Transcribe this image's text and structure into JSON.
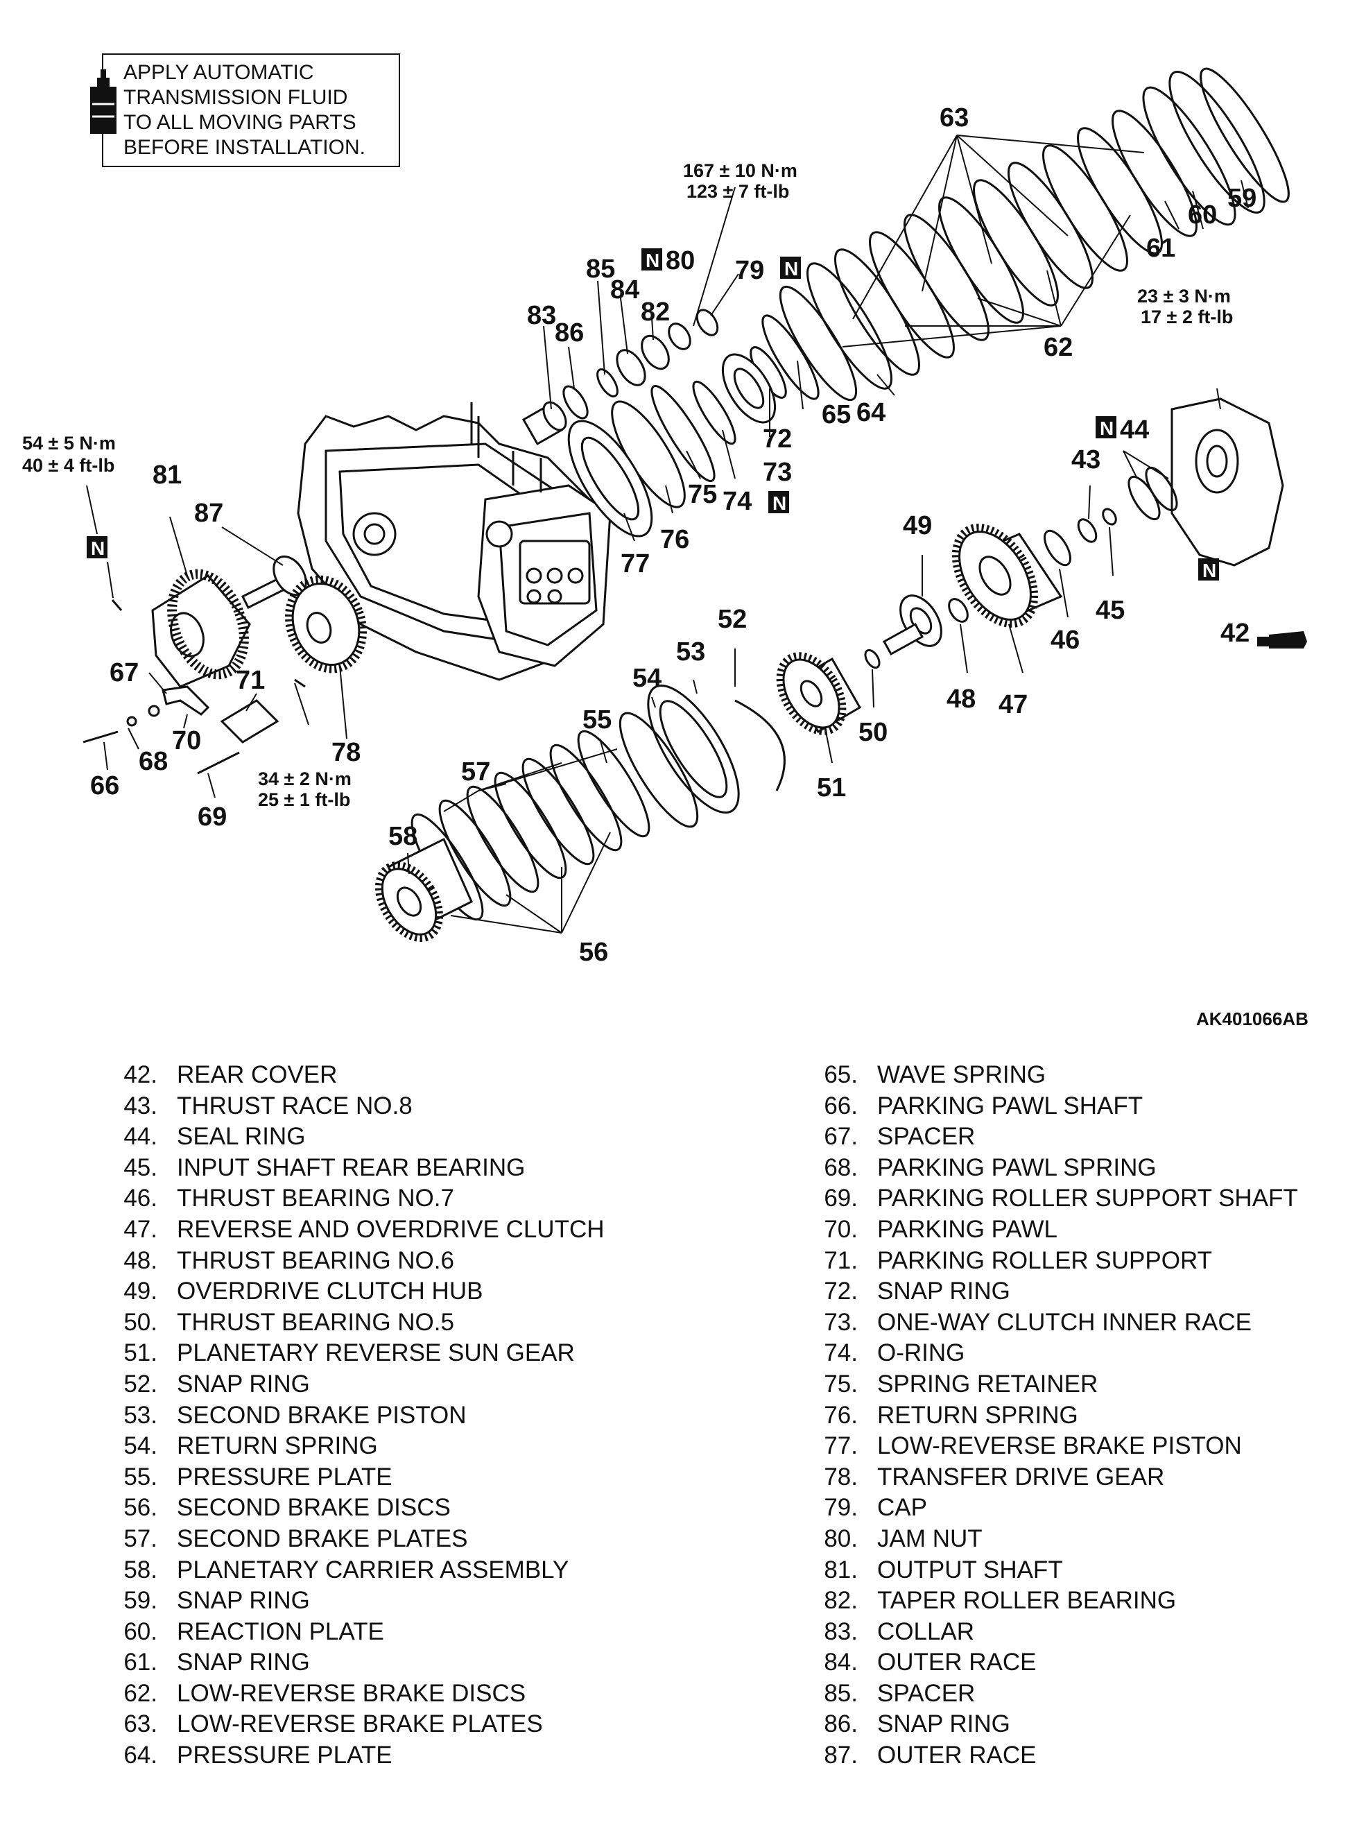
{
  "note": {
    "lines": [
      "APPLY AUTOMATIC",
      "TRANSMISSION FLUID",
      "TO ALL MOVING PARTS",
      "BEFORE INSTALLATION."
    ]
  },
  "drawing_code": "AK401066AB",
  "n_mark": "N",
  "torques": {
    "t1": {
      "nm": "167 ± 10 N·m",
      "ftlb": "123 ± 7 ft-lb"
    },
    "t2": {
      "nm": "23 ± 3 N·m",
      "ftlb": "17 ± 2 ft-lb"
    },
    "t3": {
      "nm": "54 ± 5 N·m",
      "ftlb": "40 ± 4 ft-lb"
    },
    "t4": {
      "nm": "34 ± 2 N·m",
      "ftlb": "25 ± 1 ft-lb"
    }
  },
  "callouts": {
    "c42": "42",
    "c43": "43",
    "c44": "44",
    "c45": "45",
    "c46": "46",
    "c47": "47",
    "c48": "48",
    "c49": "49",
    "c50": "50",
    "c51": "51",
    "c52": "52",
    "c53": "53",
    "c54": "54",
    "c55": "55",
    "c56": "56",
    "c57": "57",
    "c58": "58",
    "c59": "59",
    "c60": "60",
    "c61": "61",
    "c62": "62",
    "c63": "63",
    "c64": "64",
    "c65": "65",
    "c66": "66",
    "c67": "67",
    "c68": "68",
    "c69": "69",
    "c70": "70",
    "c71": "71",
    "c72": "72",
    "c73": "73",
    "c74": "74",
    "c75": "75",
    "c76": "76",
    "c77": "77",
    "c78": "78",
    "c79": "79",
    "c80": "80",
    "c81": "81",
    "c82": "82",
    "c83": "83",
    "c84": "84",
    "c85": "85",
    "c86": "86",
    "c87": "87"
  },
  "legend_left": [
    {
      "num": "42.",
      "name": "REAR COVER"
    },
    {
      "num": "43.",
      "name": "THRUST RACE NO.8"
    },
    {
      "num": "44.",
      "name": "SEAL RING"
    },
    {
      "num": "45.",
      "name": "INPUT SHAFT REAR BEARING"
    },
    {
      "num": "46.",
      "name": "THRUST BEARING NO.7"
    },
    {
      "num": "47.",
      "name": "REVERSE AND OVERDRIVE CLUTCH"
    },
    {
      "num": "48.",
      "name": "THRUST BEARING NO.6"
    },
    {
      "num": "49.",
      "name": "OVERDRIVE CLUTCH HUB"
    },
    {
      "num": "50.",
      "name": "THRUST BEARING NO.5"
    },
    {
      "num": "51.",
      "name": "PLANETARY REVERSE SUN GEAR"
    },
    {
      "num": "52.",
      "name": "SNAP RING"
    },
    {
      "num": "53.",
      "name": "SECOND BRAKE PISTON"
    },
    {
      "num": "54.",
      "name": "RETURN SPRING"
    },
    {
      "num": "55.",
      "name": "PRESSURE PLATE"
    },
    {
      "num": "56.",
      "name": "SECOND BRAKE DISCS"
    },
    {
      "num": "57.",
      "name": "SECOND BRAKE PLATES"
    },
    {
      "num": "58.",
      "name": "PLANETARY CARRIER ASSEMBLY"
    },
    {
      "num": "59.",
      "name": "SNAP RING"
    },
    {
      "num": "60.",
      "name": "REACTION PLATE"
    },
    {
      "num": "61.",
      "name": "SNAP RING"
    },
    {
      "num": "62.",
      "name": "LOW-REVERSE BRAKE DISCS"
    },
    {
      "num": "63.",
      "name": "LOW-REVERSE BRAKE PLATES"
    },
    {
      "num": "64.",
      "name": "PRESSURE PLATE"
    }
  ],
  "legend_right": [
    {
      "num": "65.",
      "name": "WAVE SPRING"
    },
    {
      "num": "66.",
      "name": "PARKING PAWL SHAFT"
    },
    {
      "num": "67.",
      "name": "SPACER"
    },
    {
      "num": "68.",
      "name": "PARKING PAWL SPRING"
    },
    {
      "num": "69.",
      "name": "PARKING ROLLER SUPPORT SHAFT"
    },
    {
      "num": "70.",
      "name": "PARKING PAWL"
    },
    {
      "num": "71.",
      "name": "PARKING ROLLER SUPPORT"
    },
    {
      "num": "72.",
      "name": "SNAP RING"
    },
    {
      "num": "73.",
      "name": "ONE-WAY CLUTCH INNER RACE"
    },
    {
      "num": "74.",
      "name": "O-RING"
    },
    {
      "num": "75.",
      "name": "SPRING RETAINER"
    },
    {
      "num": "76.",
      "name": "RETURN SPRING"
    },
    {
      "num": "77.",
      "name": "LOW-REVERSE BRAKE PISTON"
    },
    {
      "num": "78.",
      "name": "TRANSFER DRIVE GEAR"
    },
    {
      "num": "79.",
      "name": "CAP"
    },
    {
      "num": "80.",
      "name": "JAM NUT"
    },
    {
      "num": "81.",
      "name": "OUTPUT SHAFT"
    },
    {
      "num": "82.",
      "name": "TAPER ROLLER BEARING"
    },
    {
      "num": "83.",
      "name": "COLLAR"
    },
    {
      "num": "84.",
      "name": "OUTER RACE"
    },
    {
      "num": "85.",
      "name": "SPACER"
    },
    {
      "num": "86.",
      "name": "SNAP RING"
    },
    {
      "num": "87.",
      "name": "OUTER RACE"
    }
  ]
}
